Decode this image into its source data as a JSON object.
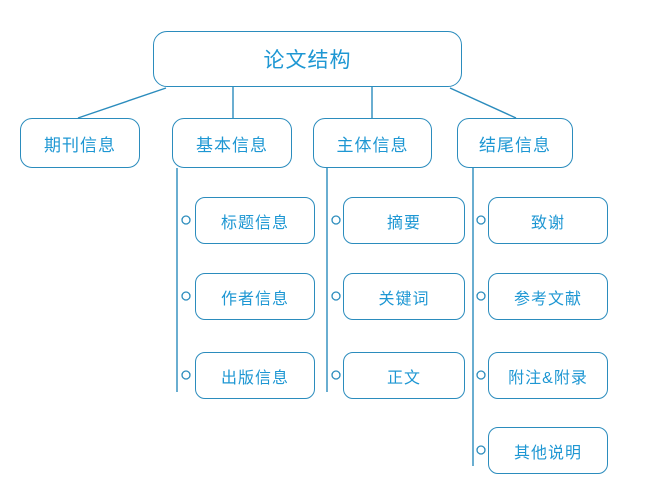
{
  "diagram": {
    "title": "论文结构",
    "colors": {
      "line": "#2b8cbd",
      "text": "#1e97d3",
      "background": "#ffffff"
    },
    "root": {
      "label": "论文结构"
    },
    "branches": [
      {
        "label": "期刊信息",
        "children": []
      },
      {
        "label": "基本信息",
        "children": [
          {
            "label": "标题信息"
          },
          {
            "label": "作者信息"
          },
          {
            "label": "出版信息"
          }
        ]
      },
      {
        "label": "主体信息",
        "children": [
          {
            "label": "摘要"
          },
          {
            "label": "关键词"
          },
          {
            "label": "正文"
          }
        ]
      },
      {
        "label": "结尾信息",
        "children": [
          {
            "label": "致谢"
          },
          {
            "label": "参考文献"
          },
          {
            "label": "附注&附录"
          },
          {
            "label": "其他说明"
          }
        ]
      }
    ]
  }
}
